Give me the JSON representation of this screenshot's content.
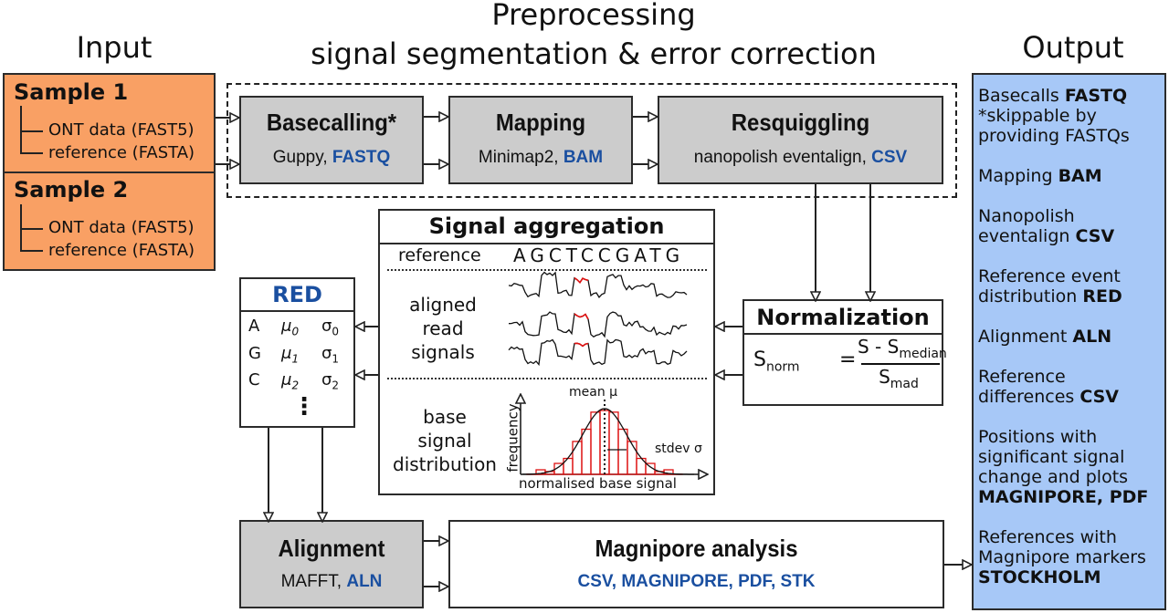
{
  "headings": {
    "input": "Input",
    "preprocessing_line1": "Preprocessing",
    "preprocessing_line2": "signal segmentation & error correction",
    "output": "Output"
  },
  "colors": {
    "input_fill": "#f9a064",
    "output_fill": "#a7c8f7",
    "step_fill": "#cccccc",
    "format_blue": "#1a4fa0",
    "signal_highlight": "#e01010"
  },
  "inputs": [
    {
      "title": "Sample 1",
      "files": [
        "ONT data (FAST5)",
        "reference (FASTA)"
      ]
    },
    {
      "title": "Sample 2",
      "files": [
        "ONT data (FAST5)",
        "reference (FASTA)"
      ]
    }
  ],
  "steps": {
    "basecalling": {
      "title": "Basecalling*",
      "tool": "Guppy, ",
      "format": "FASTQ"
    },
    "mapping": {
      "title": "Mapping",
      "tool": "Minimap2, ",
      "format": "BAM"
    },
    "resquiggling": {
      "title": "Resquiggling",
      "tool": "nanopolish eventalign, ",
      "format": "CSV"
    },
    "alignment": {
      "title": "Alignment",
      "tool": "MAFFT, ",
      "format": "ALN"
    },
    "magnipore": {
      "title": "Magnipore analysis",
      "formats": "CSV, MAGNIPORE, PDF, STK"
    }
  },
  "signal_aggregation": {
    "title": "Signal aggregation",
    "reference_label": "reference",
    "reference_sequence": "AGCTCCGATG",
    "aligned_label": [
      "aligned",
      "read",
      "signals"
    ],
    "distribution_label": [
      "base",
      "signal",
      "distribution"
    ],
    "y_axis": "frequency",
    "x_axis": "normalised base signal",
    "mean_label": "mean μ",
    "stdev_label": "stdev σ"
  },
  "red": {
    "title": "RED",
    "rows": [
      {
        "base": "A",
        "mu": "μ",
        "mu_idx": "0",
        "sigma": "σ",
        "sigma_idx": "0"
      },
      {
        "base": "G",
        "mu": "μ",
        "mu_idx": "1",
        "sigma": "σ",
        "sigma_idx": "1"
      },
      {
        "base": "C",
        "mu": "μ",
        "mu_idx": "2",
        "sigma": "σ",
        "sigma_idx": "2"
      }
    ],
    "ellipsis": "⋮"
  },
  "normalization": {
    "title": "Normalization",
    "lhs": "S",
    "lhs_sub": "norm",
    "eq": "=",
    "numerator": "S - S",
    "numerator_sub": "median",
    "denominator": "S",
    "denominator_sub": "mad"
  },
  "outputs": [
    {
      "lines": [
        "Basecalls "
      ],
      "bold": "FASTQ",
      "extra": [
        "*skippable by",
        "providing FASTQs"
      ]
    },
    {
      "lines": [
        "Mapping "
      ],
      "bold": "BAM"
    },
    {
      "lines": [
        "Nanopolish",
        "eventalign "
      ],
      "bold": "CSV"
    },
    {
      "lines": [
        "Reference event",
        "distribution "
      ],
      "bold": "RED"
    },
    {
      "lines": [
        "Alignment "
      ],
      "bold": "ALN"
    },
    {
      "lines": [
        "Reference",
        "differences "
      ],
      "bold": "CSV"
    },
    {
      "lines": [
        "Positions with",
        "significant signal",
        "change and plots"
      ],
      "bold_line": "MAGNIPORE, PDF"
    },
    {
      "lines": [
        "References with",
        "Magnipore markers"
      ],
      "bold_line": "STOCKHOLM"
    }
  ]
}
